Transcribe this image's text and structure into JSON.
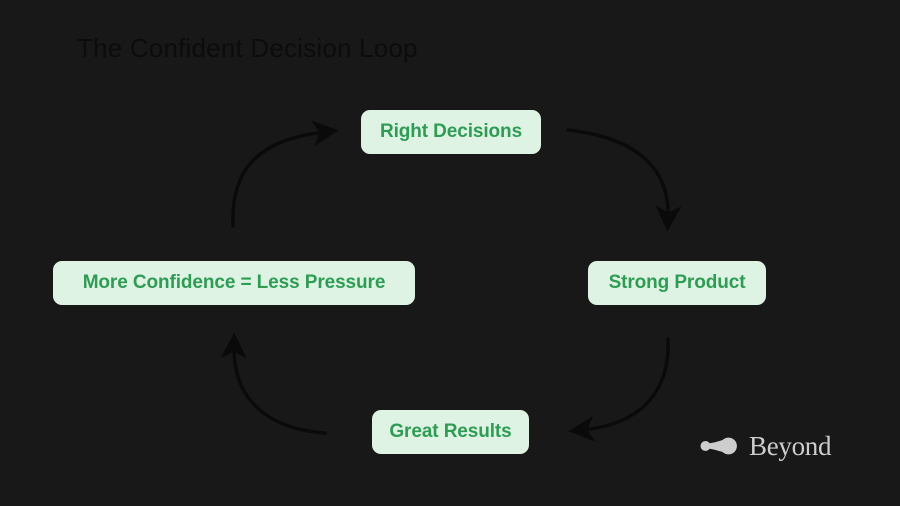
{
  "slide": {
    "title": "The Confident Decision Loop",
    "background_color": "#181818",
    "title_color": "#0c0c0c"
  },
  "diagram": {
    "type": "cycle",
    "direction": "clockwise",
    "node_fill_color": "#dff3e4",
    "node_text_color": "#2e9d54",
    "arrow_color": "#0a0a0a",
    "nodes": [
      {
        "id": "right-decisions",
        "label": "Right Decisions",
        "position": "top"
      },
      {
        "id": "strong-product",
        "label": "Strong Product",
        "position": "right"
      },
      {
        "id": "great-results",
        "label": "Great Results",
        "position": "bottom"
      },
      {
        "id": "more-confidence",
        "label": "More Confidence = Less Pressure",
        "position": "left"
      }
    ],
    "arrows": [
      {
        "id": "arrow-top-right",
        "from": "right-decisions",
        "to": "strong-product",
        "points_to": "down"
      },
      {
        "id": "arrow-bottom-right",
        "from": "strong-product",
        "to": "great-results",
        "points_to": "left"
      },
      {
        "id": "arrow-bottom-left",
        "from": "great-results",
        "to": "more-confidence",
        "points_to": "up"
      },
      {
        "id": "arrow-top-left",
        "from": "more-confidence",
        "to": "right-decisions",
        "points_to": "right"
      }
    ]
  },
  "logo": {
    "name": "Beyond",
    "mark": "comet-mark-icon",
    "color": "#cdcdcd"
  }
}
